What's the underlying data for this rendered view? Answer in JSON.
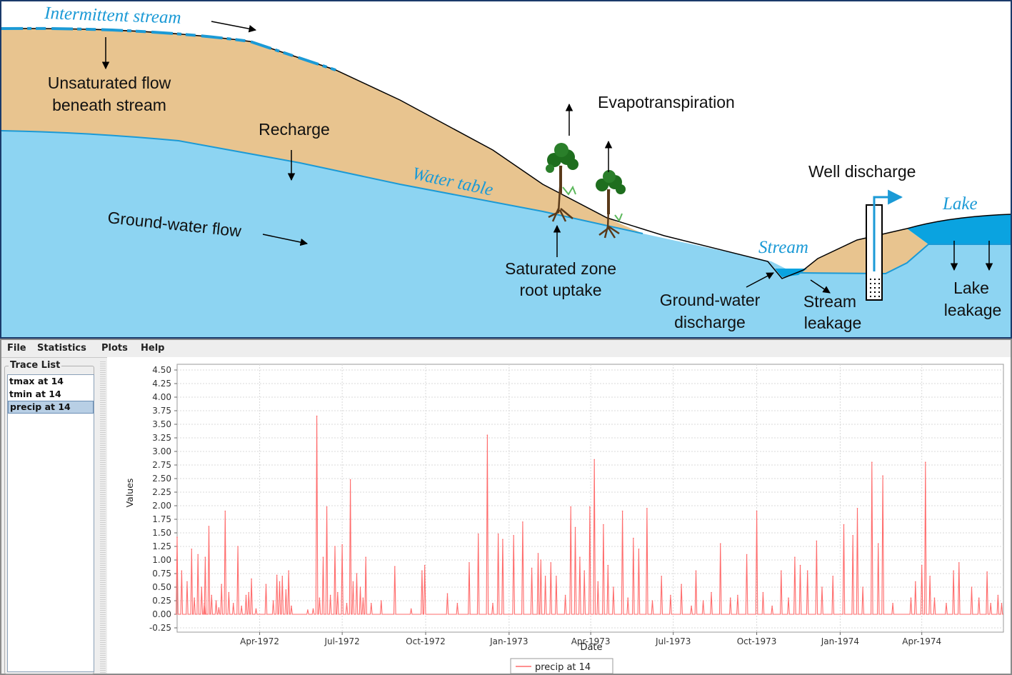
{
  "diagram": {
    "labels": {
      "intermittent_stream": "Intermittent stream",
      "unsaturated_flow_1": "Unsaturated flow",
      "unsaturated_flow_2": "beneath stream",
      "recharge": "Recharge",
      "evapotranspiration": "Evapotranspiration",
      "water_table": "Water table",
      "well_discharge": "Well discharge",
      "lake": "Lake",
      "groundwater_flow": "Ground-water flow",
      "stream": "Stream",
      "saturated_zone_1": "Saturated zone",
      "saturated_zone_2": "root uptake",
      "gw_discharge_1": "Ground-water",
      "gw_discharge_2": "discharge",
      "stream_leakage_1": "Stream",
      "stream_leakage_2": "leakage",
      "lake_leakage_1": "Lake",
      "lake_leakage_2": "leakage"
    },
    "colors": {
      "soil": "#e8c48f",
      "groundwater": "#8dd4f2",
      "water_blue": "#1b9ad6",
      "lake": "#0aa3e0"
    }
  },
  "app": {
    "menu": [
      "File",
      "Statistics",
      "Plots",
      "Help"
    ],
    "trace_list": {
      "title": "Trace List",
      "items": [
        "tmax at 14",
        "tmin at 14",
        "precip at 14"
      ],
      "selected": "precip at 14"
    }
  },
  "chart_data": {
    "type": "line",
    "xlabel": "Date",
    "ylabel": "Values",
    "ylim": [
      -0.25,
      4.5
    ],
    "y_ticks": [
      "4.50",
      "4.25",
      "4.00",
      "3.75",
      "3.50",
      "3.25",
      "3.00",
      "2.75",
      "2.50",
      "2.25",
      "2.00",
      "1.75",
      "1.50",
      "1.25",
      "1.00",
      "0.75",
      "0.50",
      "0.25",
      "0.00",
      "-0.25"
    ],
    "xlim": [
      "1972-01-01",
      "1974-06-30"
    ],
    "x_ticks": [
      {
        "label": "Apr-1972",
        "date": "1972-04-01"
      },
      {
        "label": "Jul-1972",
        "date": "1972-07-01"
      },
      {
        "label": "Oct-1972",
        "date": "1972-10-01"
      },
      {
        "label": "Jan-1973",
        "date": "1973-01-01"
      },
      {
        "label": "Apr-1973",
        "date": "1973-04-01"
      },
      {
        "label": "Jul-1973",
        "date": "1973-07-01"
      },
      {
        "label": "Oct-1973",
        "date": "1973-10-01"
      },
      {
        "label": "Jan-1974",
        "date": "1974-01-01"
      },
      {
        "label": "Apr-1974",
        "date": "1974-04-01"
      }
    ],
    "grid": true,
    "legend_position": "bottom",
    "series": [
      {
        "name": "precip at 14",
        "color": "#ff6b6b",
        "points": [
          [
            "1972-01-01",
            1.42
          ],
          [
            "1972-01-06",
            0.8
          ],
          [
            "1972-01-12",
            0.6
          ],
          [
            "1972-01-17",
            1.2
          ],
          [
            "1972-01-20",
            0.3
          ],
          [
            "1972-01-24",
            1.1
          ],
          [
            "1972-01-28",
            0.5
          ],
          [
            "1972-01-31",
            0.2
          ],
          [
            "1972-02-01",
            1.05
          ],
          [
            "1972-02-05",
            1.62
          ],
          [
            "1972-02-08",
            0.35
          ],
          [
            "1972-02-13",
            0.25
          ],
          [
            "1972-02-16",
            0.12
          ],
          [
            "1972-02-19",
            0.55
          ],
          [
            "1972-02-23",
            1.9
          ],
          [
            "1972-02-27",
            0.4
          ],
          [
            "1972-03-03",
            0.2
          ],
          [
            "1972-03-08",
            1.25
          ],
          [
            "1972-03-12",
            0.15
          ],
          [
            "1972-03-17",
            0.35
          ],
          [
            "1972-03-20",
            0.4
          ],
          [
            "1972-03-23",
            0.65
          ],
          [
            "1972-03-28",
            0.1
          ],
          [
            "1972-04-08",
            0.55
          ],
          [
            "1972-04-16",
            0.25
          ],
          [
            "1972-04-20",
            0.72
          ],
          [
            "1972-04-23",
            0.6
          ],
          [
            "1972-04-26",
            0.7
          ],
          [
            "1972-04-30",
            0.45
          ],
          [
            "1972-05-03",
            0.8
          ],
          [
            "1972-05-06",
            0.15
          ],
          [
            "1972-05-24",
            0.08
          ],
          [
            "1972-05-30",
            0.1
          ],
          [
            "1972-06-03",
            3.65
          ],
          [
            "1972-06-06",
            0.3
          ],
          [
            "1972-06-10",
            1.05
          ],
          [
            "1972-06-14",
            1.98
          ],
          [
            "1972-06-18",
            0.35
          ],
          [
            "1972-06-23",
            1.25
          ],
          [
            "1972-06-26",
            0.4
          ],
          [
            "1972-07-01",
            1.28
          ],
          [
            "1972-07-06",
            0.2
          ],
          [
            "1972-07-10",
            2.48
          ],
          [
            "1972-07-13",
            0.6
          ],
          [
            "1972-07-17",
            0.75
          ],
          [
            "1972-07-21",
            0.5
          ],
          [
            "1972-07-24",
            0.3
          ],
          [
            "1972-07-27",
            1.05
          ],
          [
            "1972-08-02",
            0.2
          ],
          [
            "1972-08-13",
            0.25
          ],
          [
            "1972-08-28",
            0.88
          ],
          [
            "1972-09-15",
            0.1
          ],
          [
            "1972-09-27",
            0.8
          ],
          [
            "1972-09-30",
            0.9
          ],
          [
            "1972-10-25",
            0.38
          ],
          [
            "1972-11-05",
            0.2
          ],
          [
            "1972-11-18",
            0.95
          ],
          [
            "1972-11-28",
            1.48
          ],
          [
            "1972-12-08",
            3.3
          ],
          [
            "1972-12-14",
            0.2
          ],
          [
            "1972-12-20",
            1.48
          ],
          [
            "1972-12-25",
            1.38
          ],
          [
            "1973-01-06",
            1.45
          ],
          [
            "1973-01-16",
            1.7
          ],
          [
            "1973-01-26",
            0.85
          ],
          [
            "1973-02-02",
            1.12
          ],
          [
            "1973-02-05",
            1.0
          ],
          [
            "1973-02-10",
            0.7
          ],
          [
            "1973-02-16",
            0.95
          ],
          [
            "1973-02-22",
            0.7
          ],
          [
            "1973-03-04",
            0.35
          ],
          [
            "1973-03-10",
            1.98
          ],
          [
            "1973-03-15",
            1.6
          ],
          [
            "1973-03-20",
            1.05
          ],
          [
            "1973-03-25",
            0.8
          ],
          [
            "1973-03-31",
            1.98
          ],
          [
            "1973-04-05",
            2.85
          ],
          [
            "1973-04-09",
            0.6
          ],
          [
            "1973-04-15",
            1.65
          ],
          [
            "1973-04-20",
            0.9
          ],
          [
            "1973-04-26",
            0.5
          ],
          [
            "1973-05-06",
            1.9
          ],
          [
            "1973-05-12",
            0.3
          ],
          [
            "1973-05-18",
            1.4
          ],
          [
            "1973-05-24",
            1.2
          ],
          [
            "1973-06-02",
            1.95
          ],
          [
            "1973-06-08",
            0.25
          ],
          [
            "1973-06-18",
            0.7
          ],
          [
            "1973-06-28",
            0.35
          ],
          [
            "1973-07-10",
            0.55
          ],
          [
            "1973-07-21",
            0.15
          ],
          [
            "1973-07-26",
            0.8
          ],
          [
            "1973-08-03",
            0.25
          ],
          [
            "1973-08-12",
            0.4
          ],
          [
            "1973-08-22",
            1.3
          ],
          [
            "1973-09-02",
            0.3
          ],
          [
            "1973-09-10",
            0.35
          ],
          [
            "1973-09-20",
            1.1
          ],
          [
            "1973-10-01",
            1.9
          ],
          [
            "1973-10-08",
            0.4
          ],
          [
            "1973-10-18",
            0.15
          ],
          [
            "1973-10-28",
            0.8
          ],
          [
            "1973-11-05",
            0.3
          ],
          [
            "1973-11-12",
            1.05
          ],
          [
            "1973-11-18",
            0.9
          ],
          [
            "1973-11-26",
            0.8
          ],
          [
            "1973-12-06",
            1.35
          ],
          [
            "1973-12-12",
            0.5
          ],
          [
            "1973-12-24",
            0.7
          ],
          [
            "1974-01-05",
            1.65
          ],
          [
            "1974-01-15",
            1.45
          ],
          [
            "1974-01-20",
            1.95
          ],
          [
            "1974-01-26",
            0.5
          ],
          [
            "1974-02-05",
            2.8
          ],
          [
            "1974-02-12",
            1.3
          ],
          [
            "1974-02-17",
            2.55
          ],
          [
            "1974-02-28",
            0.2
          ],
          [
            "1974-03-20",
            0.3
          ],
          [
            "1974-03-25",
            0.6
          ],
          [
            "1974-04-01",
            0.9
          ],
          [
            "1974-04-05",
            2.8
          ],
          [
            "1974-04-10",
            0.7
          ],
          [
            "1974-04-15",
            0.3
          ],
          [
            "1974-04-28",
            0.2
          ],
          [
            "1974-05-06",
            0.8
          ],
          [
            "1974-05-12",
            0.95
          ],
          [
            "1974-05-26",
            0.5
          ],
          [
            "1974-06-03",
            0.3
          ],
          [
            "1974-06-12",
            0.78
          ],
          [
            "1974-06-16",
            0.2
          ],
          [
            "1974-06-24",
            0.35
          ],
          [
            "1974-06-28",
            0.2
          ]
        ]
      }
    ]
  }
}
